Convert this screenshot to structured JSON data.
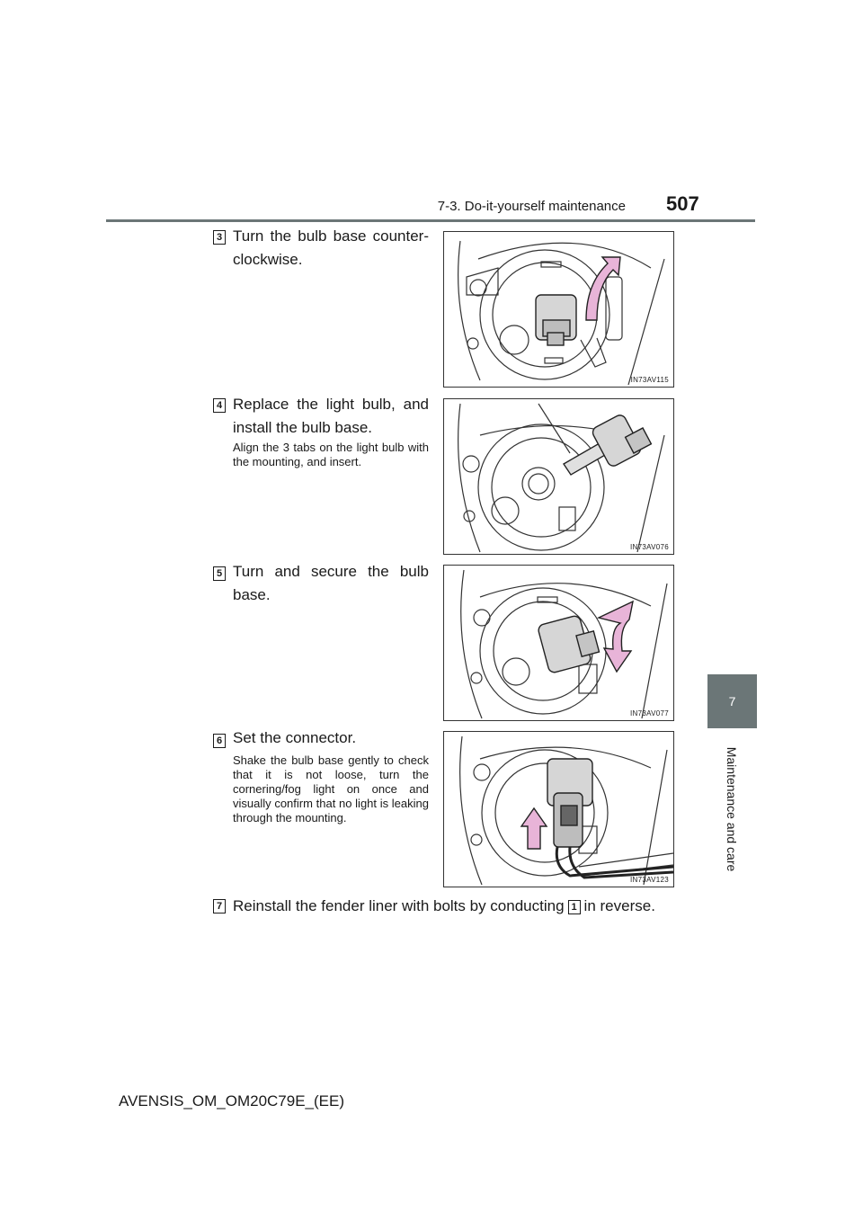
{
  "header": {
    "section": "7-3. Do-it-yourself maintenance",
    "page_number": "507"
  },
  "side_tab": {
    "chapter_number": "7",
    "chapter_title": "Maintenance and care"
  },
  "steps": [
    {
      "number": "3",
      "text": "Turn the bulb base counter-clockwise.",
      "note": "",
      "illustration_code": "IN73AV115"
    },
    {
      "number": "4",
      "text": "Replace the light bulb, and install the bulb base.",
      "note": "Align the 3 tabs on the light bulb with the mounting, and insert.",
      "illustration_code": "IN73AV076"
    },
    {
      "number": "5",
      "text": "Turn and secure the bulb base.",
      "note": "",
      "illustration_code": "IN73AV077"
    },
    {
      "number": "6",
      "text": "Set the connector.",
      "note": "Shake the bulb base gently to check that it is not loose, turn the cornering/fog light on once and visually confirm that no light is leaking through the mounting.",
      "illustration_code": "IN73AV123"
    }
  ],
  "final_step": {
    "number": "7",
    "text_before": "Reinstall the fender liner with bolts by conducting",
    "ref_number": "1",
    "text_after": "in reverse."
  },
  "footer": {
    "document_id": "AVENSIS_OM_OM20C79E_(EE)"
  },
  "colors": {
    "header_rule": "#6b7677",
    "side_tab": "#6b7677",
    "arrow_fill": "#e8b4d8"
  }
}
